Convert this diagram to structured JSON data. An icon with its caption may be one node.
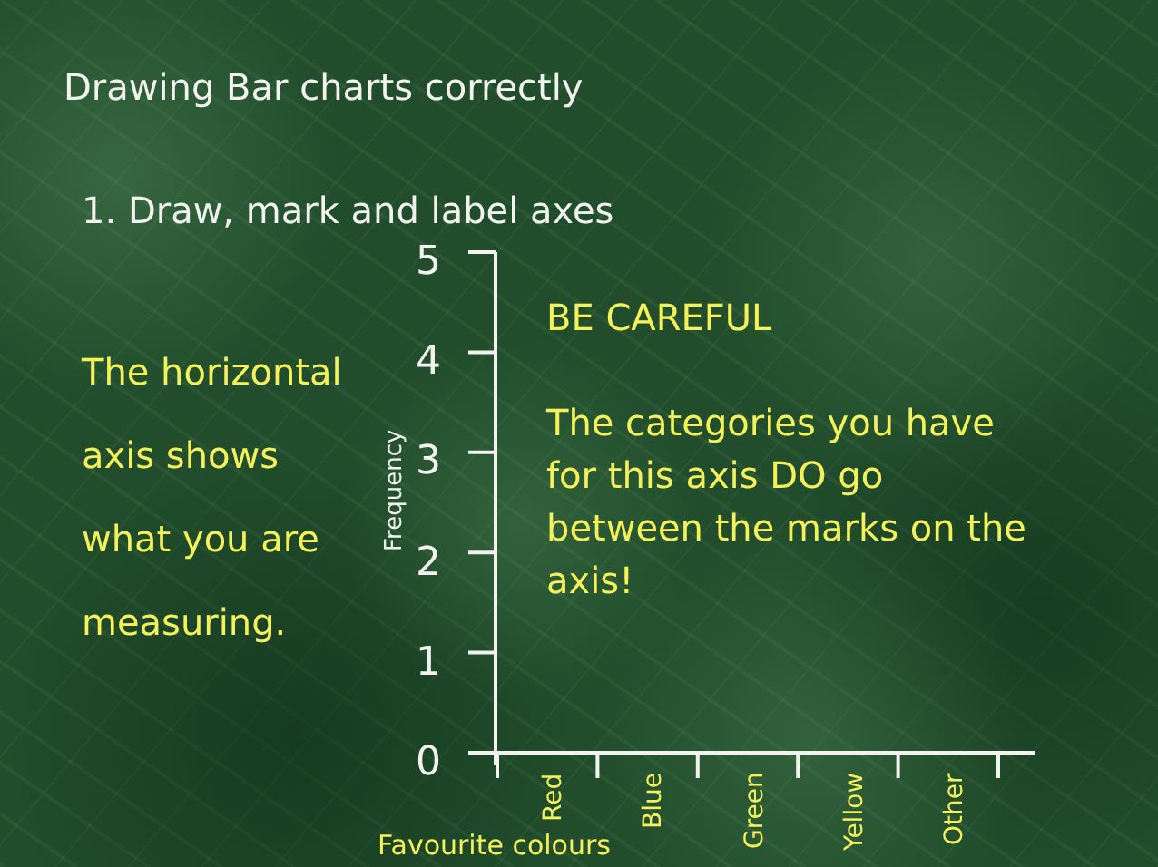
{
  "diagram": {
    "title": "Drawing Bar charts correctly",
    "labels": [
      "1. Draw, mark and label axes",
      "BE CAREFUL",
      "The horizontal axis shows what you are measuring.",
      "The categories you have for this axis DO go between the marks on the axis!"
    ],
    "chart_data": {
      "type": "bar",
      "xlabel": "Favourite colours",
      "ylabel": "Frequency",
      "categories": [
        "Red",
        "Blue",
        "Green",
        "Yellow",
        "Other"
      ],
      "ylim": [
        0,
        5
      ],
      "yticks": [
        0,
        1,
        2,
        3,
        4,
        5
      ]
    }
  }
}
